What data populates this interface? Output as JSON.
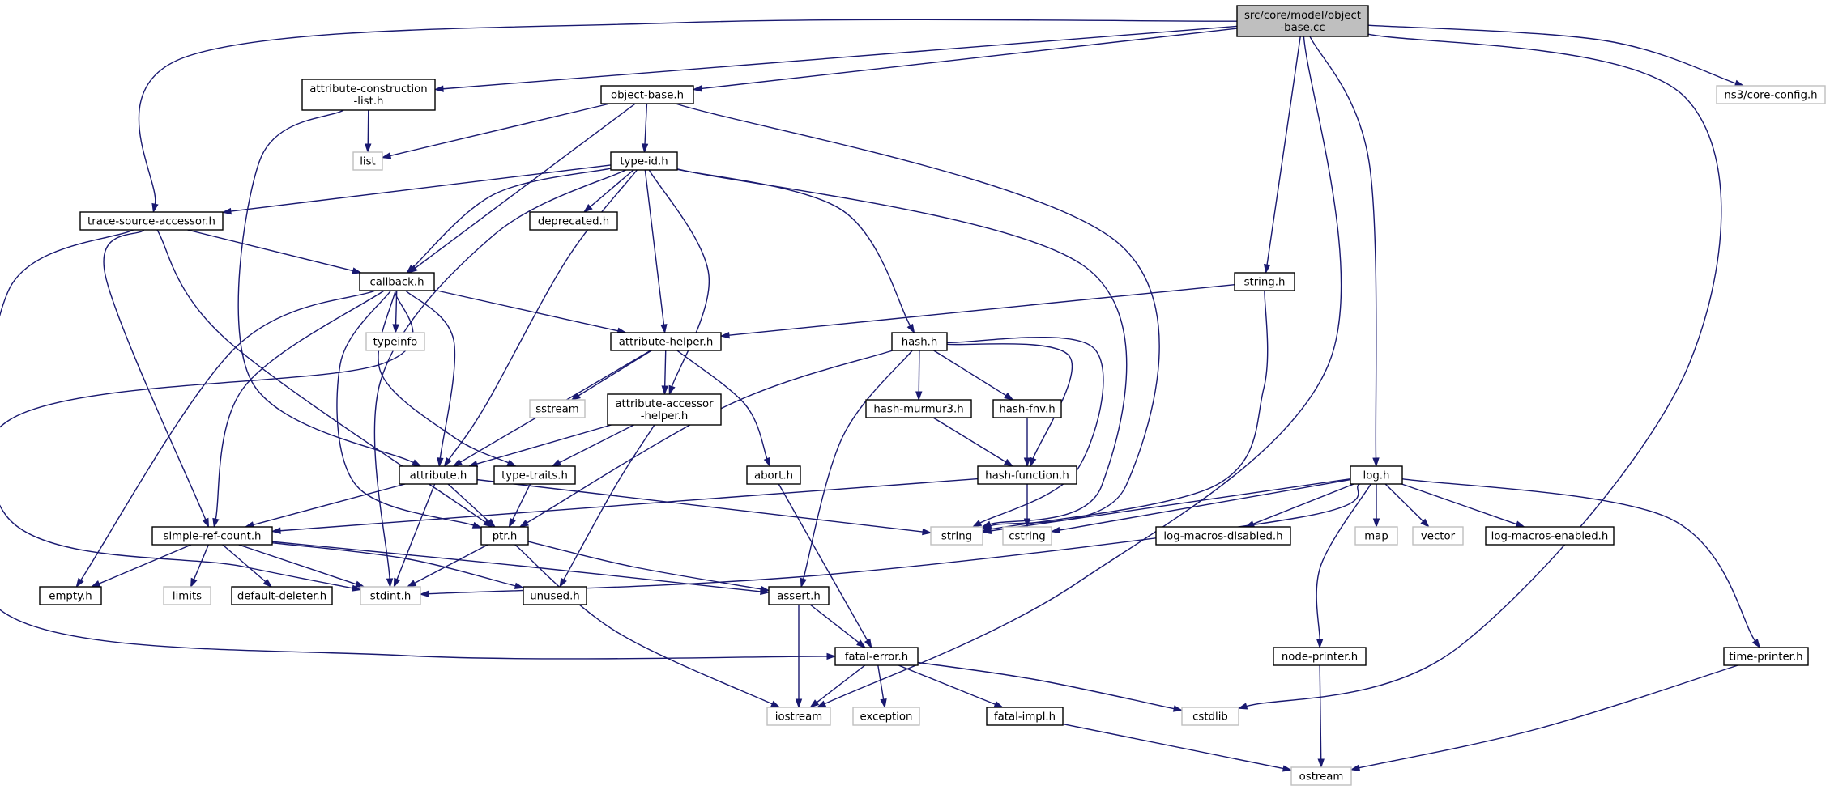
{
  "diagram": {
    "type": "include-dependency-graph",
    "edge_color": "#191970",
    "nodes": [
      {
        "id": "root",
        "lines": [
          "src/core/model/object",
          "-base.cc"
        ],
        "kind": "root"
      },
      {
        "id": "acl",
        "lines": [
          "attribute-construction",
          "-list.h"
        ],
        "kind": "documented"
      },
      {
        "id": "obh",
        "lines": [
          "object-base.h"
        ],
        "kind": "documented"
      },
      {
        "id": "ns3cfg",
        "lines": [
          "ns3/core-config.h"
        ],
        "kind": "external"
      },
      {
        "id": "list",
        "lines": [
          "list"
        ],
        "kind": "external"
      },
      {
        "id": "typeid",
        "lines": [
          "type-id.h"
        ],
        "kind": "documented"
      },
      {
        "id": "tsa",
        "lines": [
          "trace-source-accessor.h"
        ],
        "kind": "documented"
      },
      {
        "id": "deprecated",
        "lines": [
          "deprecated.h"
        ],
        "kind": "documented"
      },
      {
        "id": "callback",
        "lines": [
          "callback.h"
        ],
        "kind": "documented"
      },
      {
        "id": "stringh",
        "lines": [
          "string.h"
        ],
        "kind": "documented"
      },
      {
        "id": "typeinfo",
        "lines": [
          "typeinfo"
        ],
        "kind": "external"
      },
      {
        "id": "attrhelper",
        "lines": [
          "attribute-helper.h"
        ],
        "kind": "documented"
      },
      {
        "id": "hash",
        "lines": [
          "hash.h"
        ],
        "kind": "documented"
      },
      {
        "id": "sstream",
        "lines": [
          "sstream"
        ],
        "kind": "external"
      },
      {
        "id": "attracc",
        "lines": [
          "attribute-accessor",
          "-helper.h"
        ],
        "kind": "documented"
      },
      {
        "id": "murmur",
        "lines": [
          "hash-murmur3.h"
        ],
        "kind": "documented"
      },
      {
        "id": "fnv",
        "lines": [
          "hash-fnv.h"
        ],
        "kind": "documented"
      },
      {
        "id": "attribute",
        "lines": [
          "attribute.h"
        ],
        "kind": "documented"
      },
      {
        "id": "typetraits",
        "lines": [
          "type-traits.h"
        ],
        "kind": "documented"
      },
      {
        "id": "abort",
        "lines": [
          "abort.h"
        ],
        "kind": "documented"
      },
      {
        "id": "hashfunc",
        "lines": [
          "hash-function.h"
        ],
        "kind": "documented"
      },
      {
        "id": "log",
        "lines": [
          "log.h"
        ],
        "kind": "documented"
      },
      {
        "id": "src",
        "lines": [
          "simple-ref-count.h"
        ],
        "kind": "documented"
      },
      {
        "id": "ptr",
        "lines": [
          "ptr.h"
        ],
        "kind": "documented"
      },
      {
        "id": "string",
        "lines": [
          "string"
        ],
        "kind": "external"
      },
      {
        "id": "cstring",
        "lines": [
          "cstring"
        ],
        "kind": "external"
      },
      {
        "id": "lmd",
        "lines": [
          "log-macros-disabled.h"
        ],
        "kind": "documented"
      },
      {
        "id": "map",
        "lines": [
          "map"
        ],
        "kind": "external"
      },
      {
        "id": "vector",
        "lines": [
          "vector"
        ],
        "kind": "external"
      },
      {
        "id": "lme",
        "lines": [
          "log-macros-enabled.h"
        ],
        "kind": "documented"
      },
      {
        "id": "empty",
        "lines": [
          "empty.h"
        ],
        "kind": "documented"
      },
      {
        "id": "limits",
        "lines": [
          "limits"
        ],
        "kind": "external"
      },
      {
        "id": "defdel",
        "lines": [
          "default-deleter.h"
        ],
        "kind": "documented"
      },
      {
        "id": "stdint",
        "lines": [
          "stdint.h"
        ],
        "kind": "external"
      },
      {
        "id": "unused",
        "lines": [
          "unused.h"
        ],
        "kind": "documented"
      },
      {
        "id": "assert",
        "lines": [
          "assert.h"
        ],
        "kind": "documented"
      },
      {
        "id": "fatalerr",
        "lines": [
          "fatal-error.h"
        ],
        "kind": "documented"
      },
      {
        "id": "nodeprinter",
        "lines": [
          "node-printer.h"
        ],
        "kind": "documented"
      },
      {
        "id": "timeprinter",
        "lines": [
          "time-printer.h"
        ],
        "kind": "documented"
      },
      {
        "id": "iostream",
        "lines": [
          "iostream"
        ],
        "kind": "external"
      },
      {
        "id": "exception",
        "lines": [
          "exception"
        ],
        "kind": "external"
      },
      {
        "id": "fatalimpl",
        "lines": [
          "fatal-impl.h"
        ],
        "kind": "documented"
      },
      {
        "id": "cstdlib",
        "lines": [
          "cstdlib"
        ],
        "kind": "external"
      },
      {
        "id": "ostream",
        "lines": [
          "ostream"
        ],
        "kind": "external"
      }
    ],
    "edges": [
      [
        "root",
        "acl"
      ],
      [
        "root",
        "obh"
      ],
      [
        "root",
        "tsa"
      ],
      [
        "root",
        "stringh"
      ],
      [
        "root",
        "log"
      ],
      [
        "root",
        "ns3cfg"
      ],
      [
        "root",
        "iostream"
      ],
      [
        "root",
        "cstdlib"
      ],
      [
        "acl",
        "list"
      ],
      [
        "acl",
        "attribute"
      ],
      [
        "obh",
        "list"
      ],
      [
        "obh",
        "typeid"
      ],
      [
        "obh",
        "callback"
      ],
      [
        "obh",
        "string"
      ],
      [
        "typeid",
        "tsa"
      ],
      [
        "typeid",
        "deprecated"
      ],
      [
        "typeid",
        "callback"
      ],
      [
        "typeid",
        "attrhelper"
      ],
      [
        "typeid",
        "attracc"
      ],
      [
        "typeid",
        "hash"
      ],
      [
        "typeid",
        "attribute"
      ],
      [
        "typeid",
        "string"
      ],
      [
        "typeid",
        "stdint"
      ],
      [
        "tsa",
        "callback"
      ],
      [
        "tsa",
        "src"
      ],
      [
        "tsa",
        "ptr"
      ],
      [
        "tsa",
        "stdint"
      ],
      [
        "callback",
        "attrhelper"
      ],
      [
        "callback",
        "typeinfo"
      ],
      [
        "callback",
        "attribute"
      ],
      [
        "callback",
        "typetraits"
      ],
      [
        "callback",
        "src"
      ],
      [
        "callback",
        "ptr"
      ],
      [
        "callback",
        "empty"
      ],
      [
        "callback",
        "fatalerr"
      ],
      [
        "stringh",
        "attrhelper"
      ],
      [
        "stringh",
        "string"
      ],
      [
        "attrhelper",
        "sstream"
      ],
      [
        "attrhelper",
        "attracc"
      ],
      [
        "attrhelper",
        "abort"
      ],
      [
        "attrhelper",
        "attribute"
      ],
      [
        "attracc",
        "attribute"
      ],
      [
        "attracc",
        "typetraits"
      ],
      [
        "attracc",
        "unused"
      ],
      [
        "hash",
        "murmur"
      ],
      [
        "hash",
        "fnv"
      ],
      [
        "hash",
        "hashfunc"
      ],
      [
        "hash",
        "string"
      ],
      [
        "hash",
        "assert"
      ],
      [
        "hash",
        "ptr"
      ],
      [
        "murmur",
        "hashfunc"
      ],
      [
        "fnv",
        "hashfunc"
      ],
      [
        "hashfunc",
        "src"
      ],
      [
        "hashfunc",
        "cstring"
      ],
      [
        "attribute",
        "src"
      ],
      [
        "attribute",
        "ptr"
      ],
      [
        "attribute",
        "string"
      ],
      [
        "attribute",
        "stdint"
      ],
      [
        "typetraits",
        "ptr"
      ],
      [
        "abort",
        "fatalerr"
      ],
      [
        "log",
        "string"
      ],
      [
        "log",
        "cstring"
      ],
      [
        "log",
        "lmd"
      ],
      [
        "log",
        "map"
      ],
      [
        "log",
        "vector"
      ],
      [
        "log",
        "lme"
      ],
      [
        "log",
        "nodeprinter"
      ],
      [
        "log",
        "timeprinter"
      ],
      [
        "log",
        "stdint"
      ],
      [
        "src",
        "empty"
      ],
      [
        "src",
        "limits"
      ],
      [
        "src",
        "defdel"
      ],
      [
        "src",
        "stdint"
      ],
      [
        "src",
        "unused"
      ],
      [
        "src",
        "assert"
      ],
      [
        "ptr",
        "stdint"
      ],
      [
        "ptr",
        "assert"
      ],
      [
        "ptr",
        "iostream"
      ],
      [
        "assert",
        "fatalerr"
      ],
      [
        "assert",
        "iostream"
      ],
      [
        "fatalerr",
        "iostream"
      ],
      [
        "fatalerr",
        "exception"
      ],
      [
        "fatalerr",
        "fatalimpl"
      ],
      [
        "fatalerr",
        "cstdlib"
      ],
      [
        "fatalimpl",
        "ostream"
      ],
      [
        "nodeprinter",
        "ostream"
      ],
      [
        "timeprinter",
        "ostream"
      ]
    ]
  }
}
